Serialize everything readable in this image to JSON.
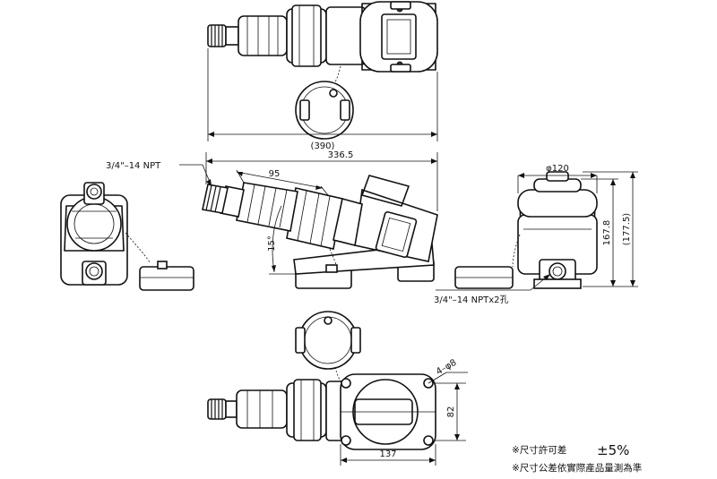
{
  "dimensions": {
    "length_with_cap": "(390)",
    "inlet_thread": "3/4\"–14 NPT",
    "overall_length": "336.5",
    "fitting_length": "95",
    "angle": "15°",
    "body_diameter": "φ120",
    "height": "167.8",
    "height_with_cap": "(177.5)",
    "outlet_thread": "3/4\"–14 NPTx2孔",
    "mount_holes": "4–φ8",
    "base_depth": "82",
    "base_width": "137"
  },
  "notes": {
    "tolerance_label": "※尺寸許可差",
    "tolerance_value": "±5%",
    "disclaimer": "※尺寸公差依實際產品量測為準"
  }
}
